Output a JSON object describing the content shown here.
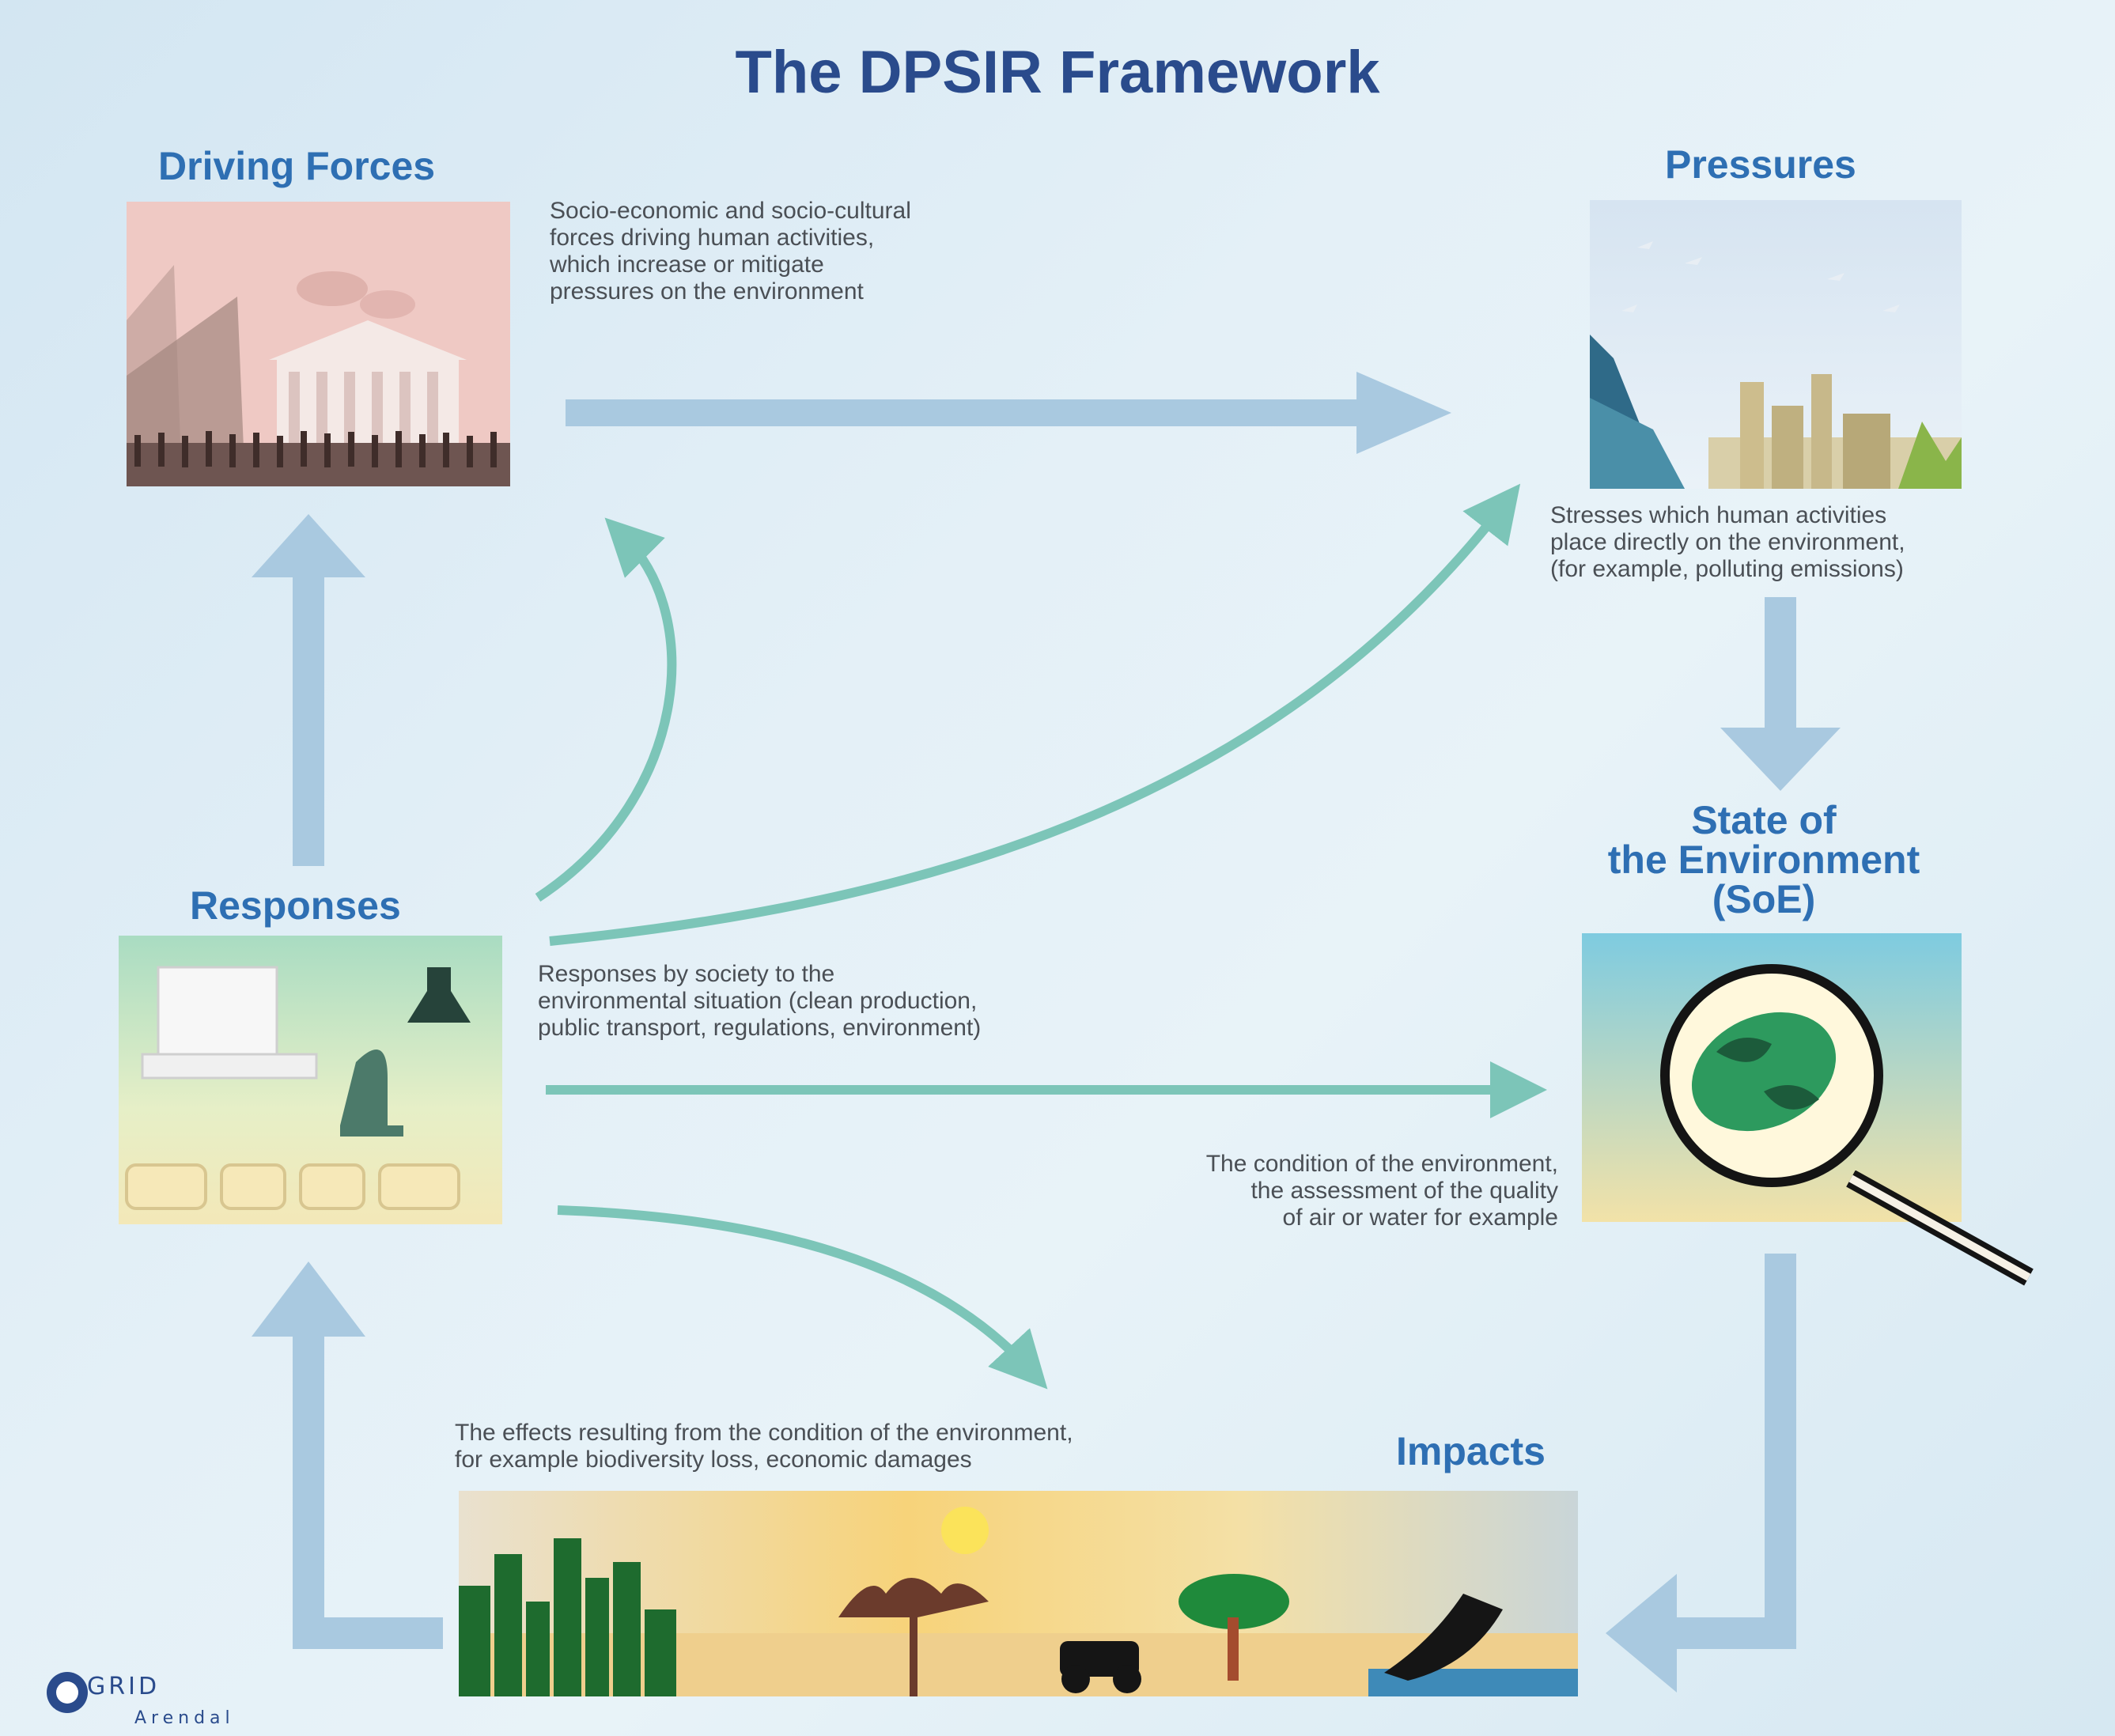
{
  "title": "The DPSIR Framework",
  "nodes": {
    "driving_forces": {
      "label": "Driving Forces",
      "description": [
        "Socio-economic and socio-cultural",
        "forces driving human activities,",
        "which increase or mitigate",
        "pressures on the environment"
      ]
    },
    "pressures": {
      "label": "Pressures",
      "description": [
        "Stresses which human activities",
        "place directly on the environment,",
        "(for example, polluting emissions)"
      ]
    },
    "state": {
      "label_lines": [
        "State of",
        "the Environment",
        "(SoE)"
      ],
      "description": [
        "The condition of the environment,",
        "the assessment of the quality",
        "of air or water for example"
      ]
    },
    "impacts": {
      "label": "Impacts",
      "description": [
        "The effects resulting from the condition of the environment,",
        "for example biodiversity loss, economic damages"
      ]
    },
    "responses": {
      "label": "Responses",
      "description": [
        "Responses by society to the",
        "environmental situation (clean production,",
        "public transport, regulations, environment)"
      ]
    }
  },
  "logo": {
    "name": "GRID",
    "sub": "Arendal"
  },
  "credit": "",
  "colors": {
    "title": "#2a4b8c",
    "node_label": "#2e6fb3",
    "main_arrow": "#a9c9e0",
    "response_arrow": "#7cc5b8"
  }
}
